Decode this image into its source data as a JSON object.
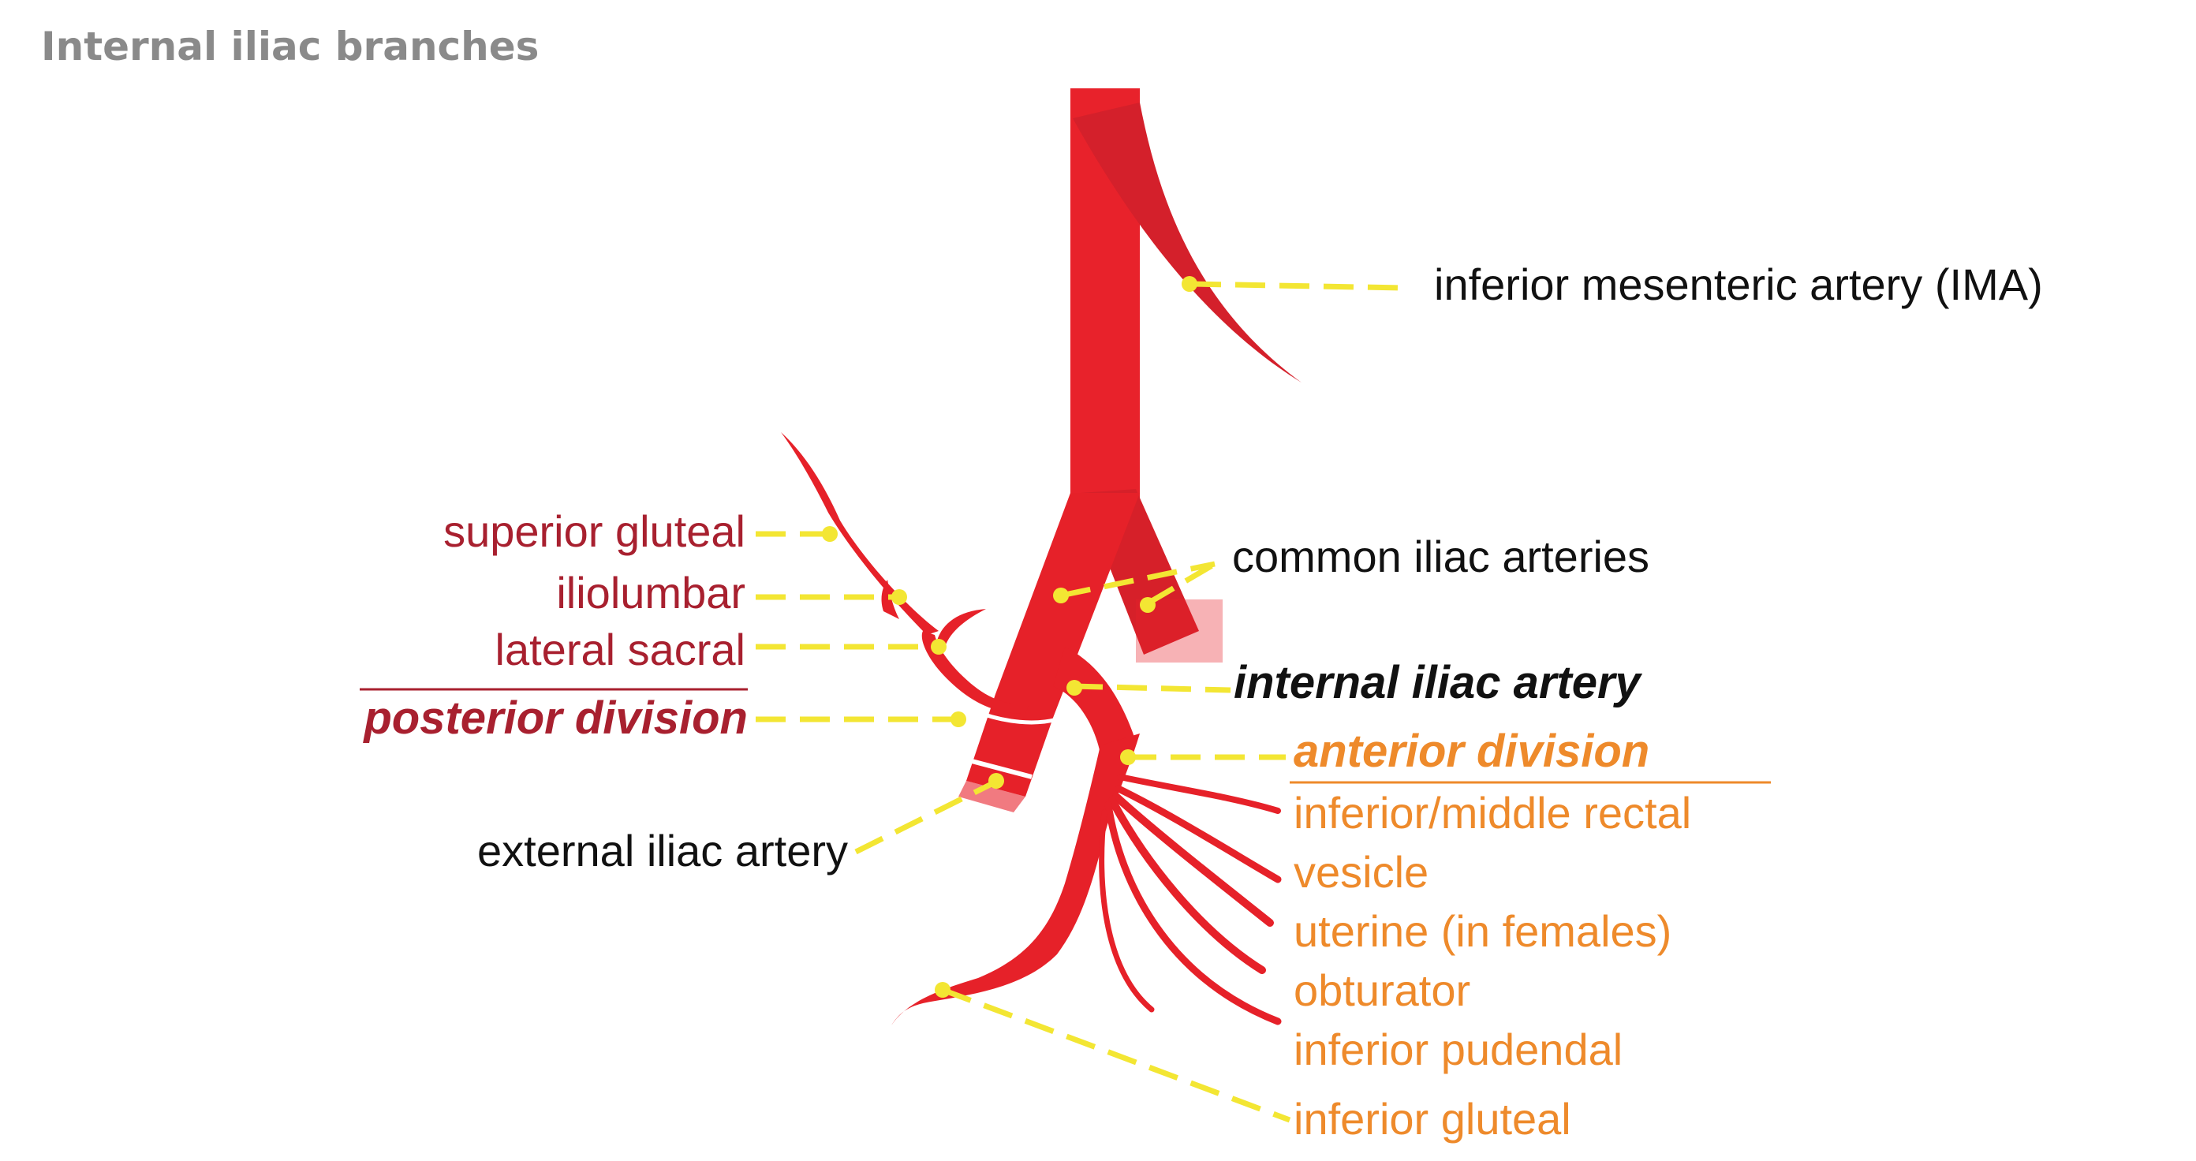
{
  "title": "Internal iliac branches",
  "colors": {
    "artery": "#e8222b",
    "artery_dark": "#d0202a",
    "leader": "#f3e633",
    "dot": "#f3e633",
    "black_label": "#111111",
    "posterior_label": "#a8202f",
    "anterior_label": "#ee8a2b",
    "title": "#8a8a8a"
  },
  "labels": {
    "ima": "inferior mesenteric artery (IMA)",
    "common_iliac": "common iliac arteries",
    "internal_iliac": "internal iliac artery",
    "external_iliac": "external iliac artery",
    "superior_gluteal": "superior gluteal",
    "iliolumbar": "iliolumbar",
    "lateral_sacral": "lateral sacral",
    "posterior_division": "posterior division",
    "anterior_division": "anterior division",
    "inferior_middle_rectal": "inferior/middle rectal",
    "vesicle": "vesicle",
    "uterine": "uterine (in females)",
    "obturator": "obturator",
    "inferior_pudendal": "inferior pudendal",
    "inferior_gluteal": "inferior gluteal"
  }
}
